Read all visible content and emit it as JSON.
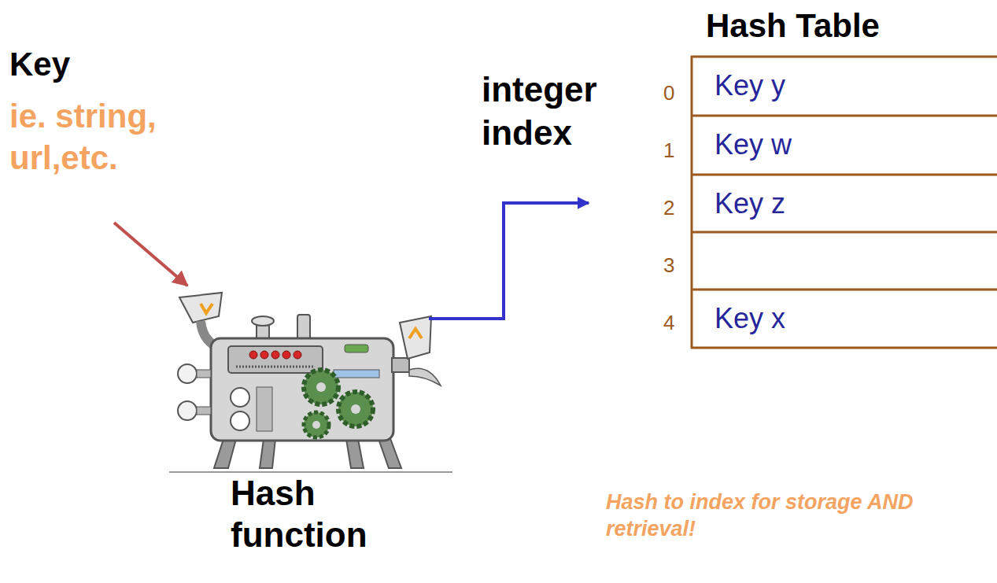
{
  "diagram": {
    "nodes": [
      {
        "text": [
          "Hash Table"
        ]
      },
      {
        "text": [
          "Key y"
        ],
        "in": 0
      },
      {
        "text": [
          "Key w"
        ],
        "in": 0
      },
      {
        "text": [
          "Key z"
        ],
        "in": 0
      },
      {
        "text": [
          "Key x"
        ],
        "in": 0
      },
      {
        "text": [
          "Hash function"
        ]
      }
    ],
    "edges": [
      {
        "from": 5,
        "to": 0,
        "arrow": "to",
        "label": "integer index"
      }
    ],
    "labels": [
      "Key",
      "ie. string, url,etc.",
      "0",
      "1",
      "2",
      "3",
      "4",
      "Hash to index for storage AND retrieval!"
    ]
  }
}
